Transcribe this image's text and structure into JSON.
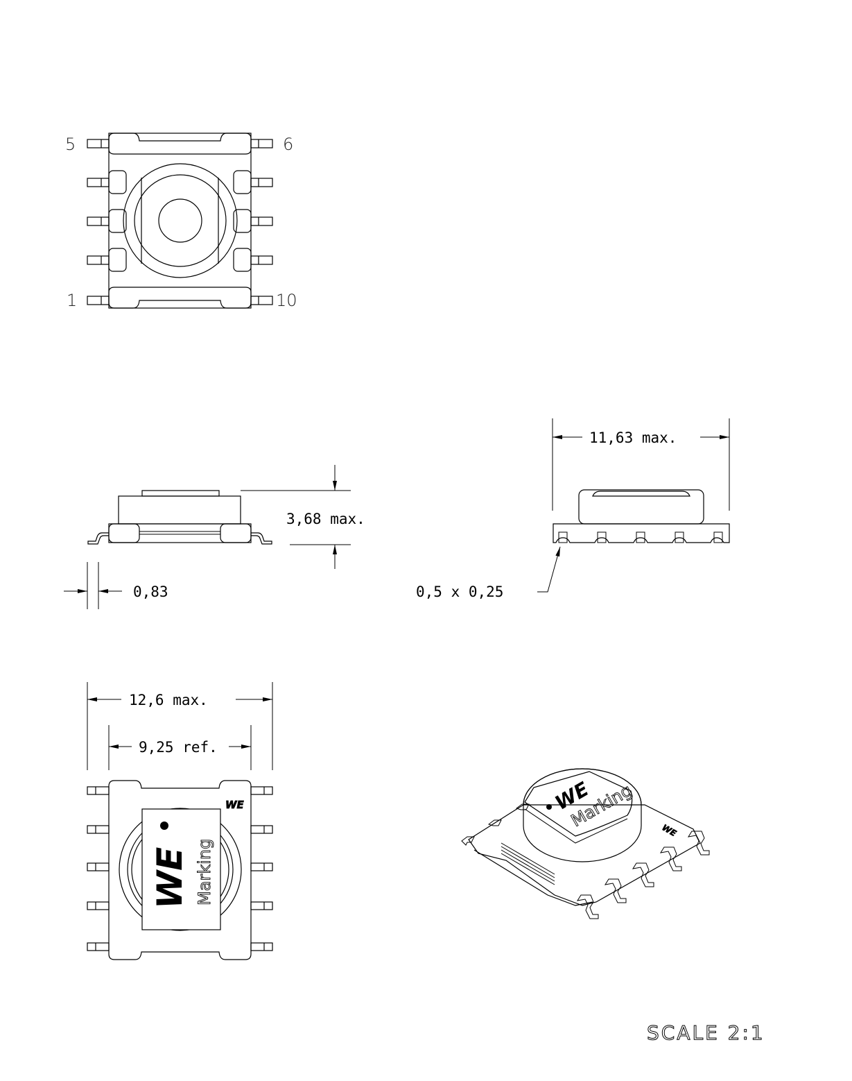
{
  "top_view": {
    "pin_labels": {
      "p5": "5",
      "p6": "6",
      "p1": "1",
      "p10": "10"
    }
  },
  "side_view": {
    "height_dim": "3,68 max.",
    "lead_dim": "0,83"
  },
  "end_view": {
    "length_dim": "11,63 max.",
    "pad_dim": "0,5 x 0,25"
  },
  "bottom_view": {
    "width_dim": "12,6 max.",
    "ref_dim": "9,25 ref.",
    "marking_text": "Marking",
    "logo_text": "WE"
  },
  "iso_view": {
    "marking_text": "Marking",
    "logo_text": "WE"
  },
  "scale_label": "SCALE 2:1"
}
